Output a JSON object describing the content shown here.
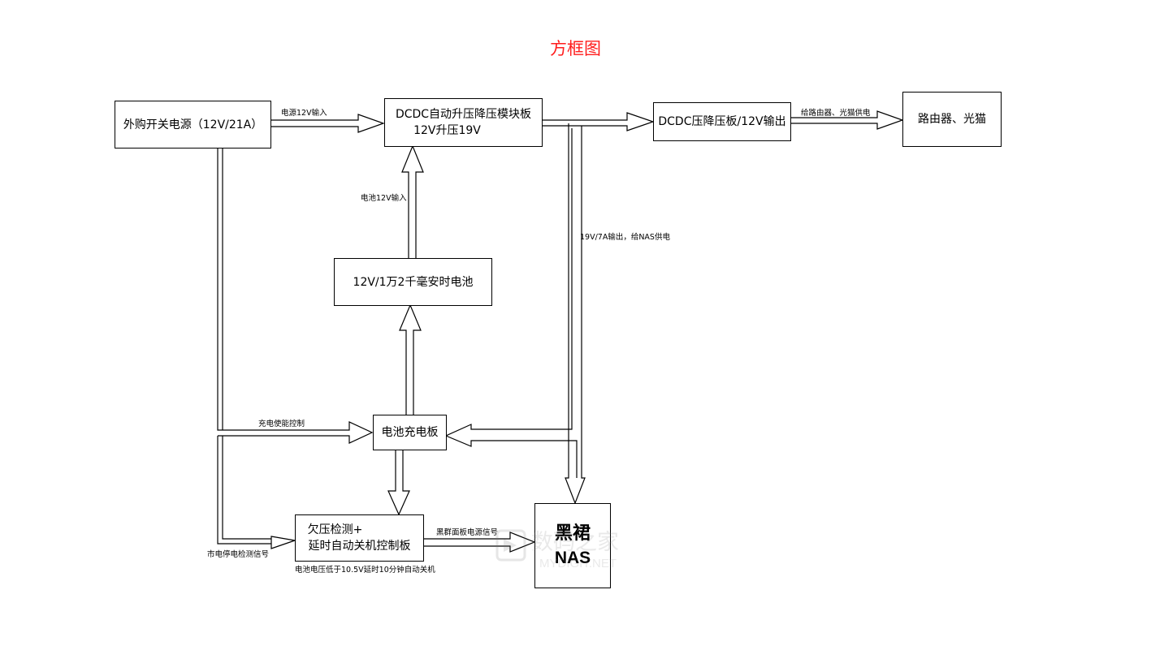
{
  "title": "方框图",
  "boxes": {
    "psu": "外购开关电源（12V/21A）",
    "dcdc_boost_line1": "DCDC自动升压降压模块板",
    "dcdc_boost_line2": "12V升压19V",
    "dcdc_buck": "DCDC压降压板/12V输出",
    "router": "路由器、光猫",
    "battery": "12V/1万2千毫安时电池",
    "charger": "电池充电板",
    "undervolt_line1": "欠压检测+",
    "undervolt_line2": "延时自动关机控制板",
    "nas_line1": "黑裙",
    "nas_line2": "NAS"
  },
  "labels": {
    "psu_to_dcdc": "电源12V输入",
    "battery_to_dcdc": "电池12V输入",
    "dcdc_to_nas": "19V/7A输出，给NAS供电",
    "buck_to_router": "给路由器、光猫供电",
    "charge_enable": "充电使能控制",
    "mains_detect": "市电停电检测信号",
    "nas_power_signal": "黑群面板电源信号",
    "shutdown_note": "电池电压低于10.5V延时10分钟自动关机"
  },
  "watermark": {
    "cn": "数码之家",
    "en": "MYDIGIT.NET"
  }
}
